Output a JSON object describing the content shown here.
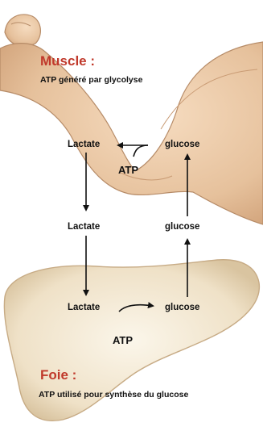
{
  "muscle": {
    "title": "Muscle :",
    "subtitle": "ATP généré par glycolyse",
    "lactate": "Lactate",
    "glucose": "glucose",
    "atp": "ATP"
  },
  "blood": {
    "lactate": "Lactate",
    "glucose": "glucose"
  },
  "liver": {
    "title": "Foie :",
    "subtitle": "ATP utilisé pour synthèse du glucose",
    "lactate": "Lactate",
    "glucose": "glucose",
    "atp": "ATP"
  },
  "colors": {
    "title_red": "#c0392b",
    "skin": "#e9c9a7",
    "liver": "#efe4cf",
    "outline": "#8b6f55",
    "arrow": "#111111"
  }
}
